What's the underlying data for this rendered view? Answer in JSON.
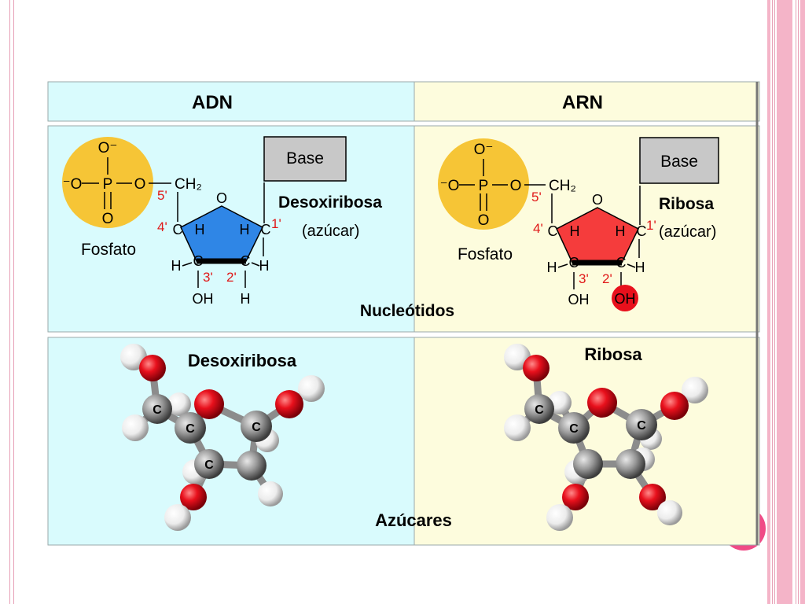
{
  "header": {
    "left": "ADN",
    "right": "ARN"
  },
  "nucleotide_left": {
    "phosphate": {
      "o_top": "O⁻",
      "o_left": "⁻O",
      "p": "P",
      "o_right": "O",
      "o_bottom": "O"
    },
    "phosphate_label": "Fosfato",
    "ch2": "CH₂",
    "ring_o": "O",
    "base_label": "Base",
    "sugar_name": "Desoxiribosa",
    "sugar_sub": "(azúcar)",
    "c_label": "C",
    "h_label": "H",
    "oh_label": "OH",
    "bottom_right_h": "H",
    "carbon_numbers": {
      "c5": "5'",
      "c4": "4'",
      "c3": "3'",
      "c2": "2'",
      "c1": "1'"
    }
  },
  "nucleotide_right": {
    "phosphate": {
      "o_top": "O⁻",
      "o_left": "⁻O",
      "p": "P",
      "o_right": "O",
      "o_bottom": "O"
    },
    "phosphate_label": "Fosfato",
    "ch2": "CH₂",
    "ring_o": "O",
    "base_label": "Base",
    "sugar_name": "Ribosa",
    "sugar_sub": "(azúcar)",
    "c_label": "C",
    "h_label": "H",
    "oh_label": "OH",
    "bottom_right_oh": "OH",
    "carbon_numbers": {
      "c5": "5'",
      "c4": "4'",
      "c3": "3'",
      "c2": "2'",
      "c1": "1'"
    }
  },
  "middle_caption": "Nucleótidos",
  "model_left_title": "Desoxiribosa",
  "model_right_title": "Ribosa",
  "bottom_caption": "Azúcares",
  "atom_label": "C",
  "colors": {
    "dna_bg": "#d9fbfd",
    "rna_bg": "#fdfcdd",
    "phosphate": "#f6c536",
    "deoxyribose_ring": "#2f86e6",
    "ribose_ring": "#f53c3c",
    "oxygen_atom": "#e8101c",
    "carbon_atom": "#9a9a9a",
    "hydrogen_atom": "#f2f2f2",
    "carbon_number_text": "#e01818",
    "base_box": "#c8c8c8",
    "accent_pink": "#f04a86"
  }
}
